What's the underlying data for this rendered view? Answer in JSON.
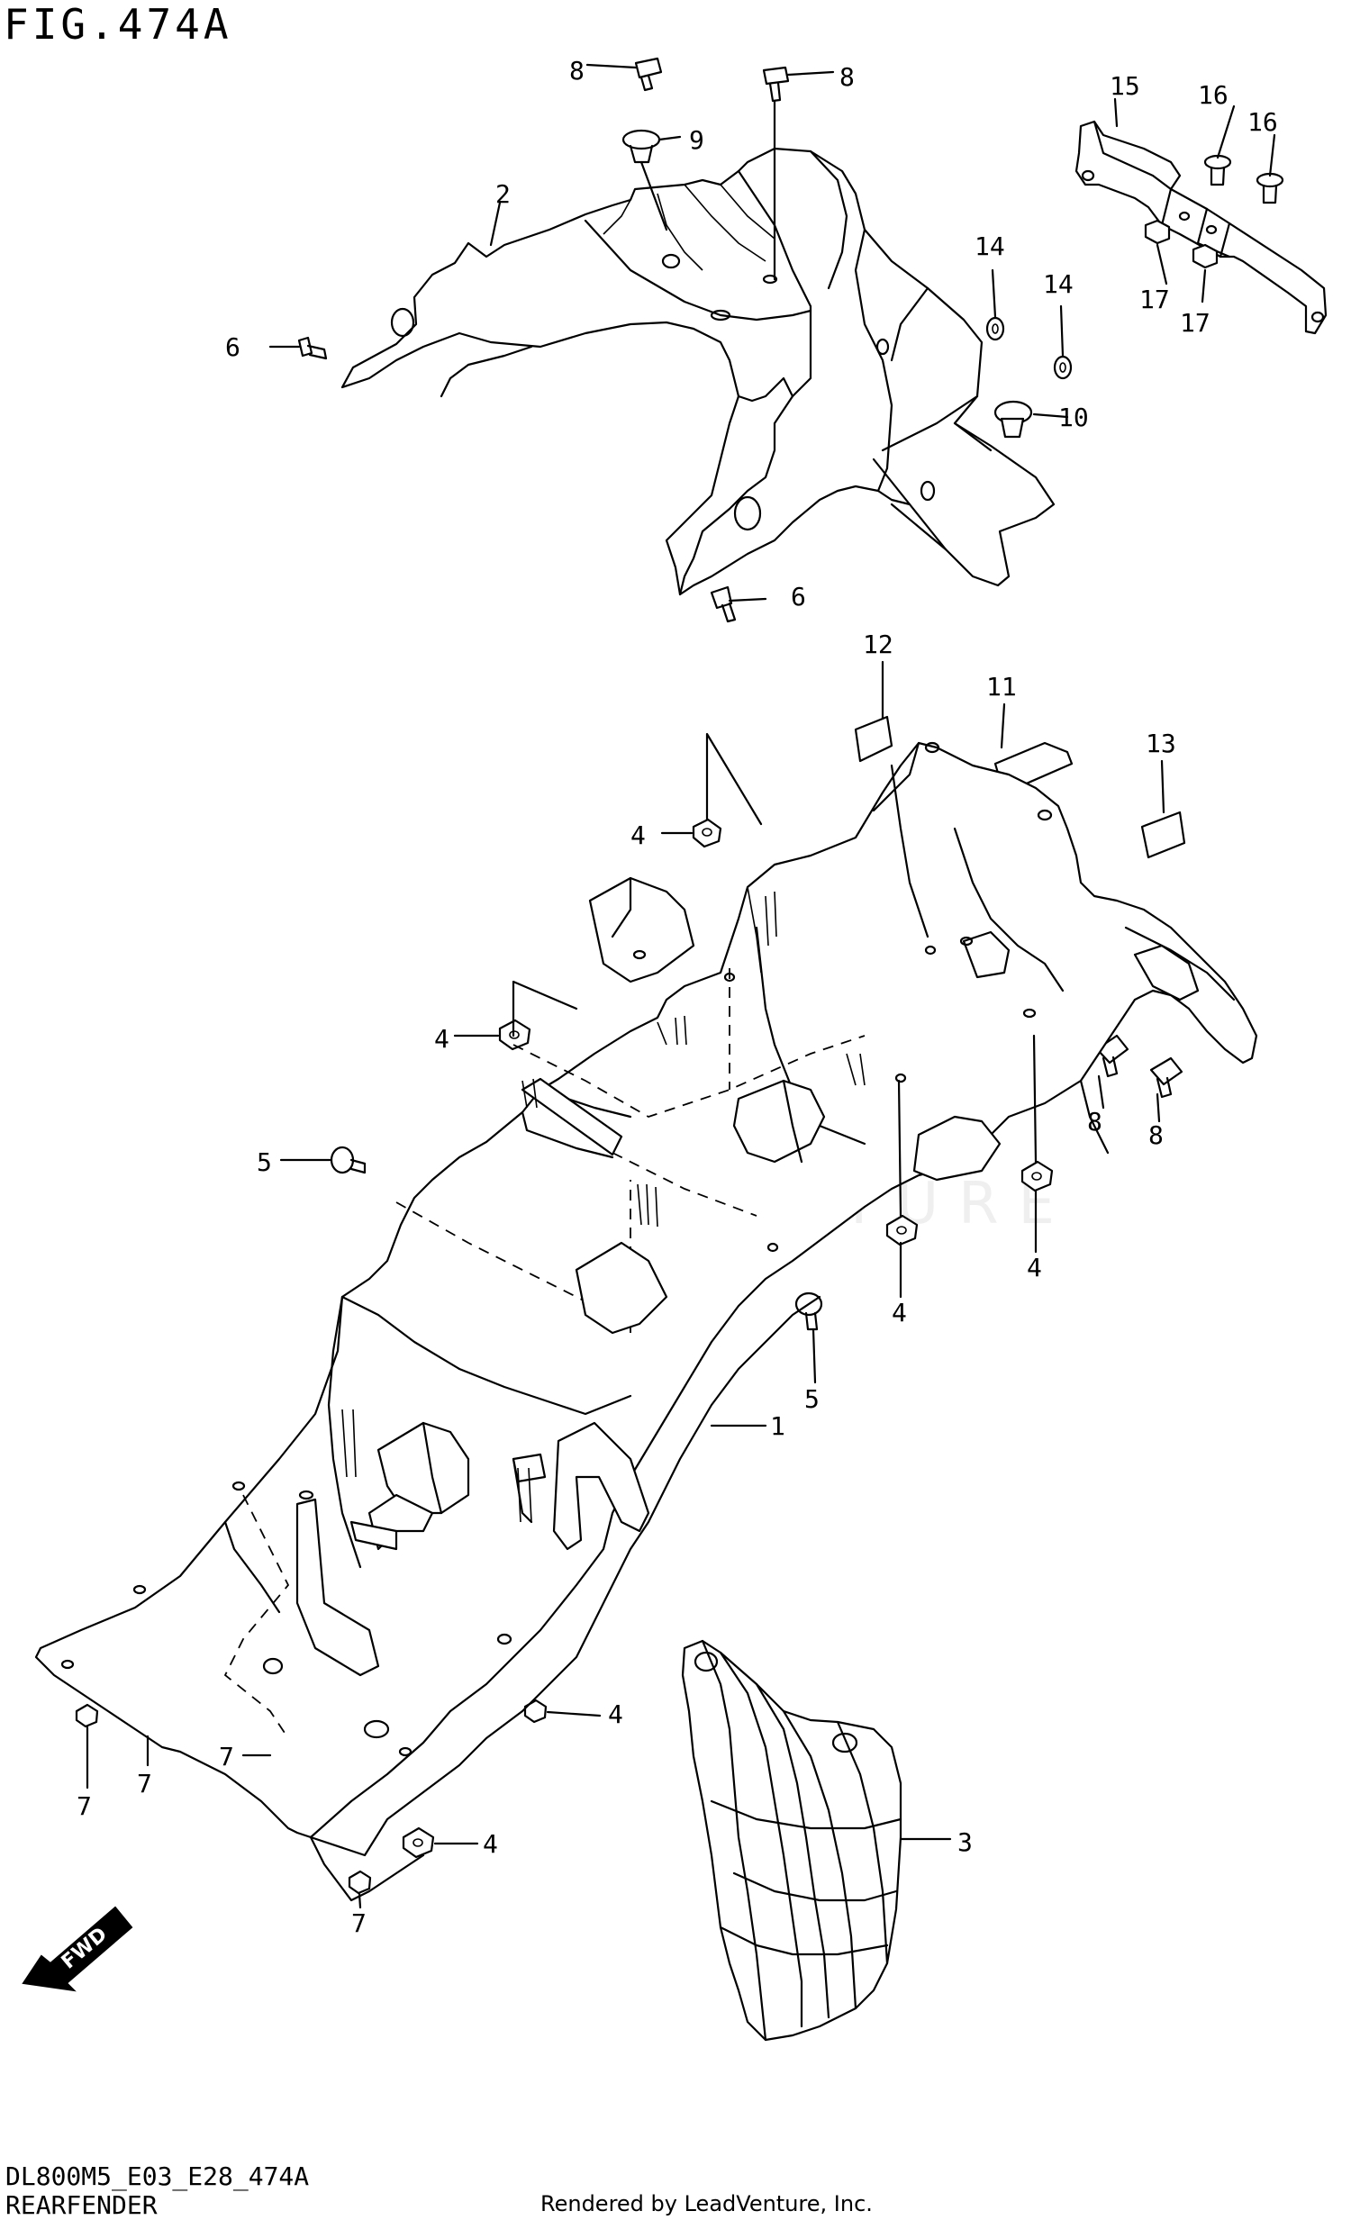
{
  "header": {
    "figure_id": "FIG.474A"
  },
  "footer": {
    "diagram_code": "DL800M5_E03_E28_474A",
    "diagram_name": "REARFENDER",
    "render_credit": "Rendered by LeadVenture, Inc."
  },
  "watermark": {
    "text": "LEADVENTURE"
  },
  "fwd_badge": {
    "text": "FWD"
  },
  "callouts": [
    {
      "id": "c-8a",
      "text": "8"
    },
    {
      "id": "c-8b",
      "text": "8"
    },
    {
      "id": "c-9",
      "text": "9"
    },
    {
      "id": "c-2",
      "text": "2"
    },
    {
      "id": "c-6a",
      "text": "6"
    },
    {
      "id": "c-6b",
      "text": "6"
    },
    {
      "id": "c-15",
      "text": "15"
    },
    {
      "id": "c-16a",
      "text": "16"
    },
    {
      "id": "c-16b",
      "text": "16"
    },
    {
      "id": "c-14a",
      "text": "14"
    },
    {
      "id": "c-14b",
      "text": "14"
    },
    {
      "id": "c-10",
      "text": "10"
    },
    {
      "id": "c-17a",
      "text": "17"
    },
    {
      "id": "c-17b",
      "text": "17"
    },
    {
      "id": "c-12",
      "text": "12"
    },
    {
      "id": "c-11",
      "text": "11"
    },
    {
      "id": "c-13",
      "text": "13"
    },
    {
      "id": "c-4a",
      "text": "4"
    },
    {
      "id": "c-4b",
      "text": "4"
    },
    {
      "id": "c-8c",
      "text": "8"
    },
    {
      "id": "c-8d",
      "text": "8"
    },
    {
      "id": "c-5a",
      "text": "5"
    },
    {
      "id": "c-4c",
      "text": "4"
    },
    {
      "id": "c-4d",
      "text": "4"
    },
    {
      "id": "c-5b",
      "text": "5"
    },
    {
      "id": "c-1",
      "text": "1"
    },
    {
      "id": "c-7a",
      "text": "7"
    },
    {
      "id": "c-7b",
      "text": "7"
    },
    {
      "id": "c-7c",
      "text": "7"
    },
    {
      "id": "c-4e",
      "text": "4"
    },
    {
      "id": "c-4f",
      "text": "4"
    },
    {
      "id": "c-7d",
      "text": "7"
    },
    {
      "id": "c-3",
      "text": "3"
    }
  ]
}
